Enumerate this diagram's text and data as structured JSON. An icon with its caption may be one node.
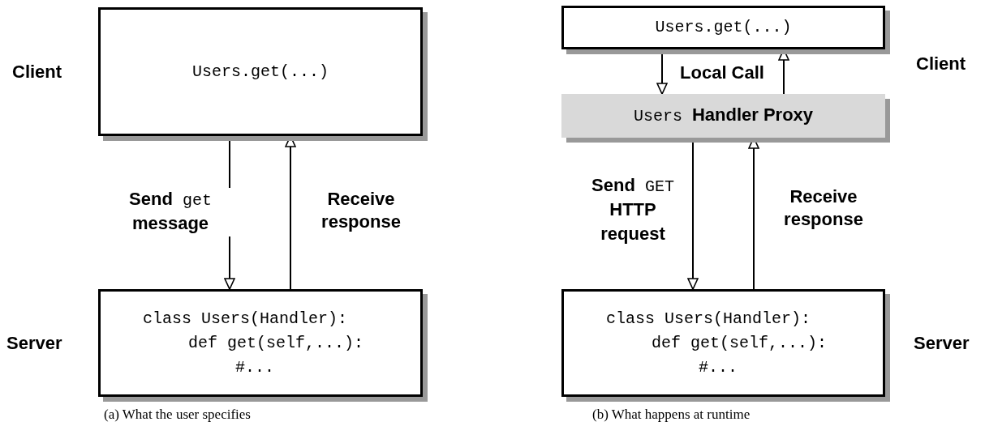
{
  "diagram": {
    "nodes": [
      {
        "text": [
          "Users.get(...)"
        ]
      },
      {
        "text": [
          "class Users(Handler):",
          "def get(self,...):",
          "#..."
        ]
      },
      {
        "text": [
          "Users.get(...)"
        ]
      },
      {
        "text": [
          "Users **Handler Proxy**"
        ]
      },
      {
        "text": [
          "class Users(Handler):",
          "def get(self,...):",
          "#..."
        ]
      }
    ],
    "edges": [
      {
        "from": 0,
        "to": 1,
        "arrow": "to",
        "label": "**Send** get **message**"
      },
      {
        "from": 1,
        "to": 0,
        "arrow": "to",
        "label": "Receive response"
      },
      {
        "from": 2,
        "to": 3,
        "arrow": "to",
        "label": "Local Call"
      },
      {
        "from": 3,
        "to": 2,
        "arrow": "to"
      },
      {
        "from": 3,
        "to": 4,
        "arrow": "to",
        "label": "**Send** GET **HTTP request**"
      },
      {
        "from": 4,
        "to": 3,
        "arrow": "to",
        "label": "Receive response"
      }
    ],
    "labels": [
      "Client",
      "Client",
      "Server",
      "Server",
      "(a) What the user specifies",
      "(b) What happens at runtime"
    ]
  }
}
